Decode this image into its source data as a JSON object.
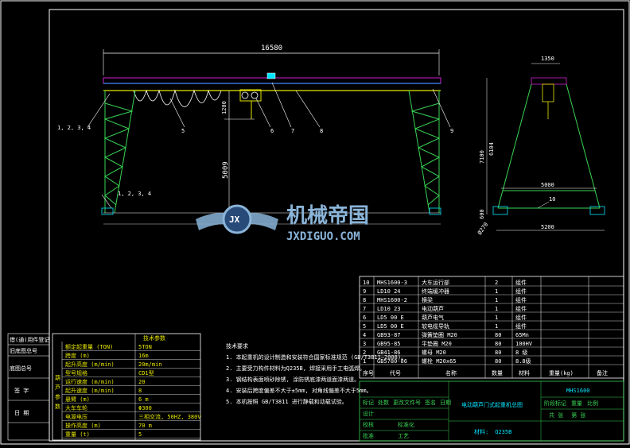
{
  "dimensions": {
    "span": "16580",
    "cantilever": "1350",
    "width": "5000",
    "base": "5200",
    "gap": "1200",
    "height": "5009",
    "total_height": "7100",
    "leg_height": "6104",
    "base_offset": "600",
    "rail": "Ø270"
  },
  "callouts": [
    "1, 2, 3, 4",
    "1, 2, 3, 4",
    "5",
    "6",
    "7",
    "8",
    "9",
    "10"
  ],
  "watermark": {
    "cn": "机械帝国",
    "en": "JXDIGUO.COM",
    "badge": "JX"
  },
  "parts_list": {
    "rows": [
      [
        "10",
        "MHS1600-3",
        "大车运行部",
        "2",
        "组件"
      ],
      [
        "9",
        "LD10 24",
        "终端缓冲器",
        "1",
        "组件"
      ],
      [
        "8",
        "MHS1600-2",
        "横梁",
        "1",
        "组件"
      ],
      [
        "7",
        "LD10 23",
        "电动葫芦",
        "1",
        "组件"
      ],
      [
        "6",
        "LD5 00 E",
        "葫芦电气",
        "1",
        "组件"
      ],
      [
        "5",
        "LD5 00 E",
        "软电缆导轨",
        "1",
        "组件"
      ],
      [
        "4",
        "GB93-87",
        "弹簧垫圈 M20",
        "80",
        "65Mn"
      ],
      [
        "3",
        "GB95-85",
        "平垫圈 M20",
        "80",
        "100HV"
      ],
      [
        "2",
        "GB41-86",
        "螺母 M20",
        "80",
        "8 级"
      ],
      [
        "1",
        "GB5780-86",
        "螺栓 M20x65",
        "80",
        "8.8级"
      ]
    ],
    "header": [
      "序号",
      "代号",
      "名称",
      "数量",
      "材料",
      "重量(kg)",
      "备注"
    ]
  },
  "title_block": {
    "code": "MHS1600",
    "drawing_name": "电动葫芦门式起重机总图",
    "material": "Q235B",
    "material_label": "材料:",
    "labels": [
      "标记",
      "处数",
      "更改文件号",
      "签名",
      "日期"
    ],
    "designer": "设计",
    "checker": "校核",
    "approve": "批准",
    "stage": "阶段标记",
    "weight": "重量",
    "scale": "比例",
    "sheet": "共 张",
    "sheet2": "第 张",
    "title_left": [
      "标准化",
      "工艺"
    ]
  },
  "spec_table": {
    "title": "技术参数",
    "rows": [
      [
        "额定起重量 (TON)",
        "5TON"
      ],
      [
        "跨度 (m)",
        "16m"
      ],
      [
        "起升高度 (m/min)",
        "20m/min"
      ],
      [
        "型号规格",
        "CD1型"
      ],
      [
        "运行速度 (m/min)",
        "20"
      ],
      [
        "起升速度 (m/min)",
        "8"
      ],
      [
        "悬臂 (m)",
        "6 m"
      ],
      [
        "大车车轮",
        "Φ300"
      ],
      [
        "电源电压",
        "三相交流, 50HZ, 380V"
      ],
      [
        "操作高度 (m)",
        "70 m"
      ],
      [
        "重量 (t)",
        "5"
      ]
    ],
    "side_labels": [
      "葫",
      "芦",
      "参",
      "数"
    ]
  },
  "left_strip": [
    "借(通)用件登记",
    "旧底图总号",
    "底图总号",
    "签 字",
    "日 期"
  ],
  "notes": {
    "title": "技术要求",
    "lines": [
      "1. 本起重机的设计制造和安装符合国家标准规范 (GB/T3811—2008)。",
      "2. 主要受力构件材料为Q235B, 焊接采用手工电弧焊。",
      "3. 钢结构表面喷砂除锈, 涂防锈底漆两道面漆两道。",
      "4. 安装后跨度偏差不大于±5mm, 对角线偏差不大于5mm。",
      "5. 本机按照 GB/T3811 进行静载和动载试验。"
    ]
  },
  "colors": {
    "frame": "#00d000",
    "structure": "#e6e600",
    "line_white": "#ffffff",
    "accent_magenta": "#d020d0",
    "cyan": "#00e5ff",
    "blue": "#3a6ed8"
  }
}
